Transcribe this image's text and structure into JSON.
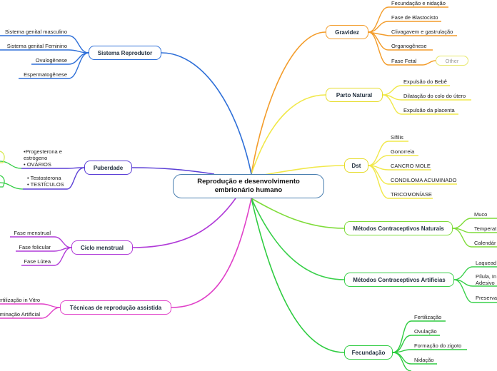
{
  "center": {
    "line1": "Reprodução e desenvolvimento",
    "line2": "embrionário humano"
  },
  "branches": {
    "gravidez": {
      "label": "Gravidez",
      "color": "#f39c2a",
      "leaves": [
        "Fecundação e nidação",
        "Fase de Blastocisto",
        "Clivagavem e gastrulação",
        "Organogênese",
        "Fase Fetal"
      ],
      "extra": "Other"
    },
    "parto": {
      "label": "Parto Natural",
      "color": "#f1e84a",
      "leaves": [
        "Expulsão do Bebê",
        "Dilatação do colo do útero",
        "Expulsão da placenta"
      ]
    },
    "dst": {
      "label": "Dst",
      "color": "#f1e84a",
      "leaves": [
        "Sífilis",
        "Gonorreia",
        "CANCRO MOLE",
        "CONDILOMA ACUMINADO",
        "TRICOMONÍASE"
      ]
    },
    "naturais": {
      "label": "Métodos Contraceptivos Naturais",
      "color": "#7fdc3a",
      "leaves": [
        "Muco",
        "Temperat",
        "Calendár"
      ]
    },
    "artificiais": {
      "label": "Métodos Contraceptivos Artificias",
      "color": "#39d04a",
      "leaves": [
        "Laquead",
        "Pílula, In",
        "Adesivo",
        "Preserva"
      ]
    },
    "fecundacao": {
      "label": "Fecundação",
      "color": "#2ecc40",
      "leaves": [
        "Fertilização",
        "Ovulação",
        "Formação do zigoto",
        "Nidação"
      ]
    },
    "reprodutor": {
      "label": "Sistema Reprodutor",
      "color": "#2e6fd8",
      "leaves": [
        "Sistema genital masculino",
        "Sistema genital Feminino",
        "Ovulogênese",
        "Espermatogênese"
      ]
    },
    "puberdade": {
      "label": "Puberdade",
      "color": "#5b3fd6",
      "leaves": [
        "•Progesterona e",
        "estrógeno",
        "• OVÁRIOS",
        "• Testosterona",
        "• TESTÍCULOS"
      ]
    },
    "ciclo": {
      "label": "Ciclo menstrual",
      "color": "#b03ad8",
      "leaves": [
        "Fase menstrual",
        "Fase folicular",
        "Fase Lútea"
      ]
    },
    "tecnicas": {
      "label": "Técnicas de reprodução assistida",
      "color": "#e040c8",
      "leaves": [
        "Fertilização in Vitro",
        "Inseminação Artificial"
      ]
    }
  }
}
